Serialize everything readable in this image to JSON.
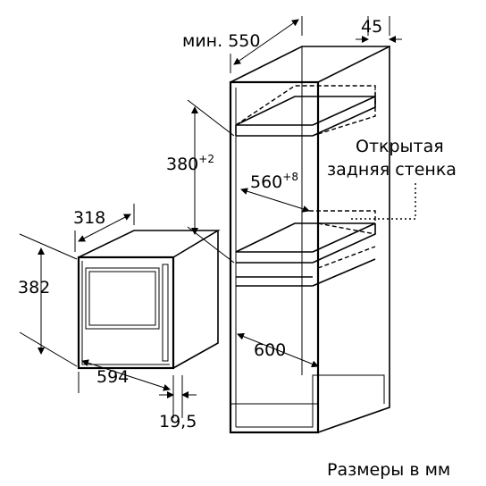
{
  "dimensions": {
    "min_width_prefix": "мин.",
    "min_width": "550",
    "back_gap": "45",
    "niche_height": "380",
    "niche_height_tol": "+2",
    "niche_width": "560",
    "niche_width_tol": "+8",
    "depth": "600",
    "appliance_depth": "318",
    "appliance_height": "382",
    "appliance_width": "594",
    "front_thickness": "19,5"
  },
  "annotations": {
    "open_back_line1": "Открытая",
    "open_back_line2": "задняя стенка",
    "units_note": "Размеры в мм"
  }
}
